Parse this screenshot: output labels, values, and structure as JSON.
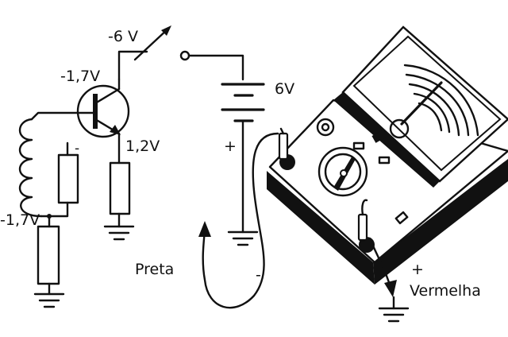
{
  "labels": {
    "collector_voltage": "-6 V",
    "base_voltage": "-1,7V",
    "emitter_voltage": "1,2V",
    "divider_voltage": "-1,7V",
    "battery_voltage": "6V",
    "battery_plus": "+",
    "battery_minus": "-",
    "probe_minus_small": "-",
    "black_probe": "Preta",
    "red_plus": "+",
    "red_probe": "Vermelha"
  },
  "colors": {
    "ink": "#111111",
    "paper": "#ffffff"
  }
}
